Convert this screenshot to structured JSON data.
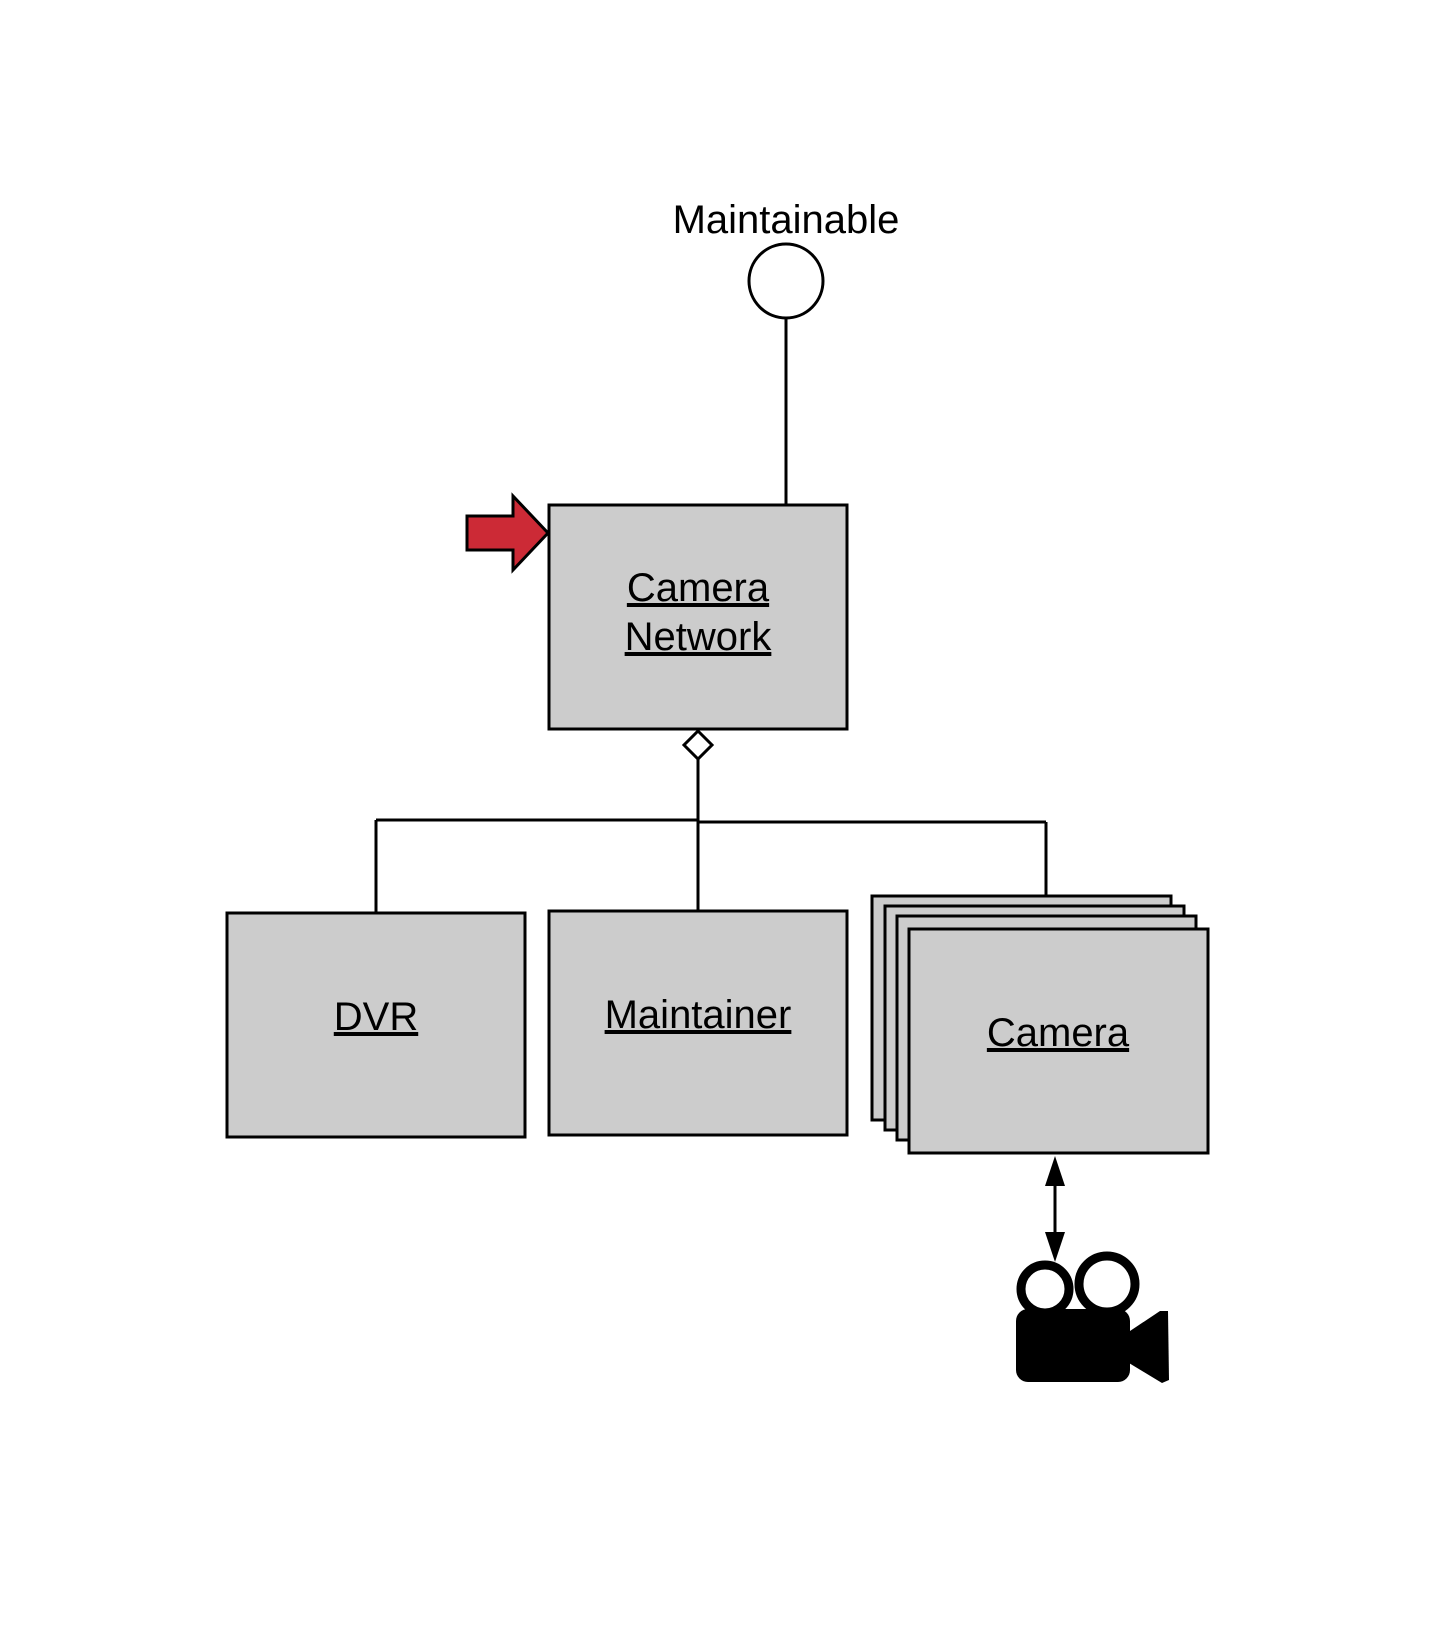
{
  "interface": {
    "label": "Maintainable"
  },
  "nodes": {
    "camera_network": {
      "line1": "Camera",
      "line2": "Network"
    },
    "dvr": {
      "label": "DVR"
    },
    "maintainer": {
      "label": "Maintainer"
    },
    "camera": {
      "label": "Camera"
    }
  },
  "colors": {
    "box_fill": "#cccccc",
    "stroke": "#000000",
    "marker_arrow": "#cc2a36",
    "background": "#ffffff"
  },
  "icons": {
    "marker": "red-arrow-icon",
    "physical_camera": "movie-camera-icon"
  }
}
